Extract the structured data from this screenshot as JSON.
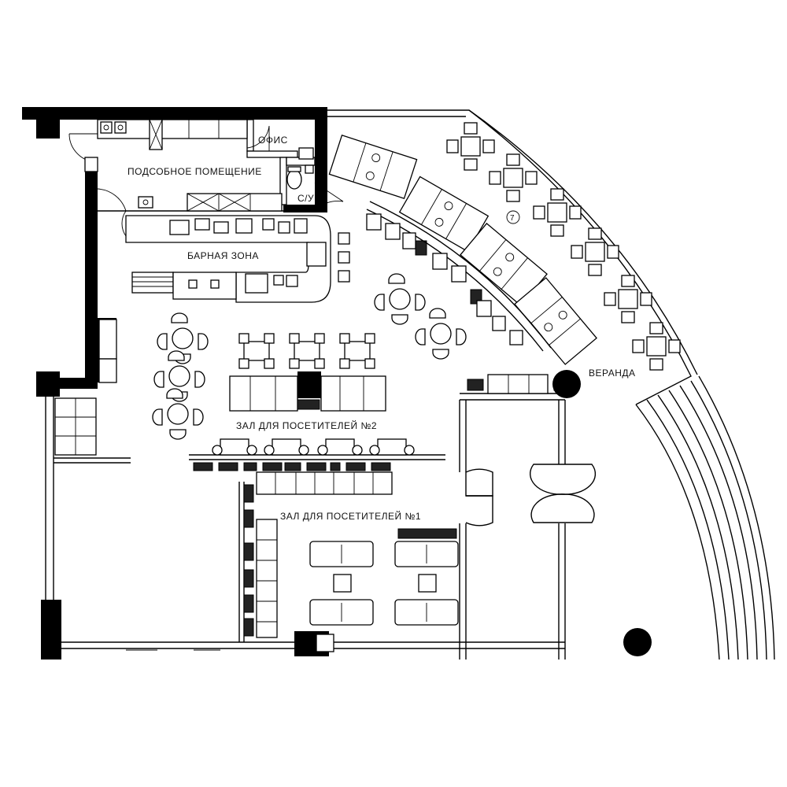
{
  "plan": {
    "rooms": {
      "utility": "ПОДСОБНОЕ ПОМЕЩЕНИЕ",
      "office": "ОФИС",
      "wc": "С/У",
      "bar": "БАРНАЯ ЗОНА",
      "hall2": "ЗАЛ ДЛЯ ПОСЕТИТЕЛЕЙ №2",
      "hall1": "ЗАЛ ДЛЯ ПОСЕТИТЕЛЕЙ №1",
      "veranda": "ВЕРАНДА"
    },
    "marker": "7"
  }
}
